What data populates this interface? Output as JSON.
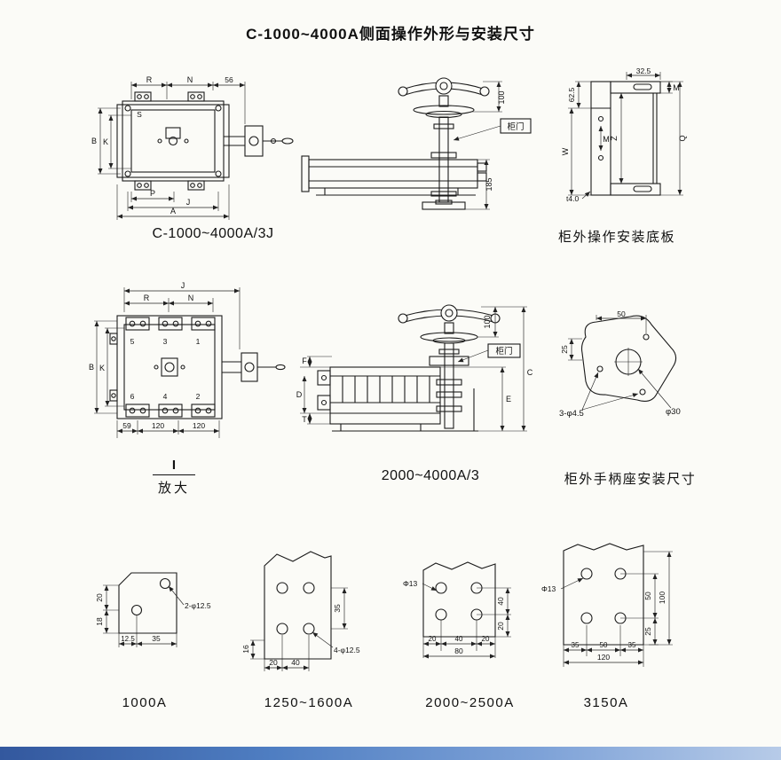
{
  "title": "C-1000~4000A侧面操作外形与安装尺寸",
  "colors": {
    "ink": "#1b1b1b",
    "footer_bar": "#4f7ec2"
  },
  "drawings": {
    "switch_3j": {
      "caption": "C-1000~4000A/3J",
      "labels": {
        "R": "R",
        "N": "N",
        "n56": "56",
        "S": "S",
        "B": "B",
        "K": "K",
        "P": "P",
        "J": "J",
        "A": "A"
      }
    },
    "side_3j": {
      "labels": {
        "h100": "100",
        "door": "柜门",
        "h185": "185"
      }
    },
    "base_plate": {
      "caption": "柜外操作安装底板",
      "labels": {
        "w325": "32.5",
        "m_top": "M",
        "h625": "62.5",
        "W": "W",
        "M": "M",
        "Z": "Z",
        "Q": "Q",
        "t40": "t4.0"
      }
    },
    "switch_big": {
      "caption_i": "I",
      "caption_zoom": "放大",
      "labels": {
        "J": "J",
        "R": "R",
        "N": "N",
        "B": "B",
        "K": "K",
        "p5": "5",
        "p3": "3",
        "p1": "1",
        "p6": "6",
        "p4": "4",
        "p2": "2",
        "d59": "59",
        "d120a": "120",
        "d120b": "120"
      }
    },
    "side_3": {
      "caption": "2000~4000A/3",
      "labels": {
        "h100": "100",
        "door": "柜门",
        "C": "C",
        "E": "E",
        "D": "D",
        "F": "F",
        "T": "T"
      }
    },
    "handle_seat": {
      "caption": "柜外手柄座安装尺寸",
      "labels": {
        "w50": "50",
        "h25": "25",
        "holes": "3-φ4.5",
        "center": "φ30"
      }
    },
    "plate_1000": {
      "caption": "1000A",
      "labels": {
        "v20": "20",
        "v18": "18",
        "h125": "12.5",
        "h35": "35",
        "holes": "2-φ12.5"
      }
    },
    "plate_1250": {
      "caption": "1250~1600A",
      "labels": {
        "v35": "35",
        "v16": "16",
        "h20": "20",
        "h40": "40",
        "holes": "4-φ12.5"
      }
    },
    "plate_2000": {
      "caption": "2000~2500A",
      "labels": {
        "dia": "Φ13",
        "v40": "40",
        "v20": "20",
        "b20a": "20",
        "b40": "40",
        "b20b": "20",
        "total": "80"
      }
    },
    "plate_3150": {
      "caption": "3150A",
      "labels": {
        "dia": "Φ13",
        "v100": "100",
        "v50": "50",
        "v25": "25",
        "b35a": "35",
        "b50": "50",
        "b35b": "35",
        "total": "120"
      }
    }
  }
}
